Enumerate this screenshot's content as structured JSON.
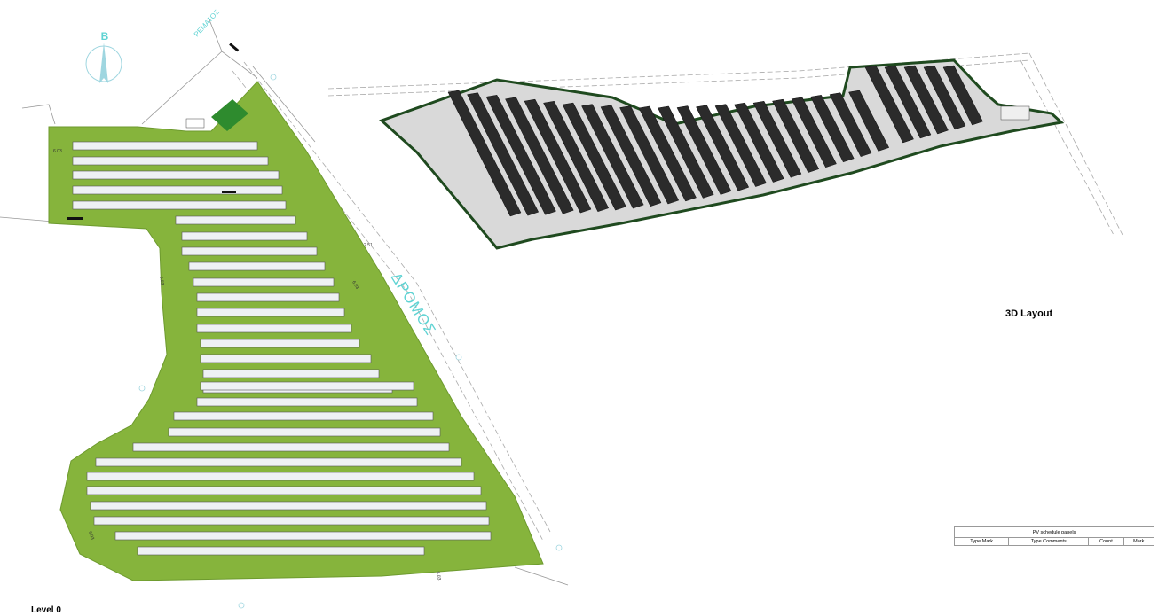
{
  "plan": {
    "north_letter": "B",
    "road_name": "ΔΡΟΜΟΣ",
    "stream_name": "ΡΕΜΑΤΟΣ",
    "level_label": "Level 0",
    "dims": {
      "top_left": "6.03",
      "road_offset": "2.51",
      "right_gap": "6.03",
      "left_gap": "6.03",
      "bottom_left": "6.03",
      "bottom": "6.03"
    },
    "colors": {
      "site": "#86b43c",
      "road_text": "#5fd3d3",
      "panel_fill": "#eef1f4",
      "building": "#2e8b2e"
    }
  },
  "layout3d": {
    "label": "3D Layout",
    "colors": {
      "panel": "#2b2b2b",
      "ground": "#d9d9d9",
      "fence": "#1f4a1f"
    }
  },
  "schedule": {
    "title": "PV schedule panels",
    "columns": [
      "Type Mark",
      "Type Comments",
      "Count",
      "Mark"
    ]
  }
}
